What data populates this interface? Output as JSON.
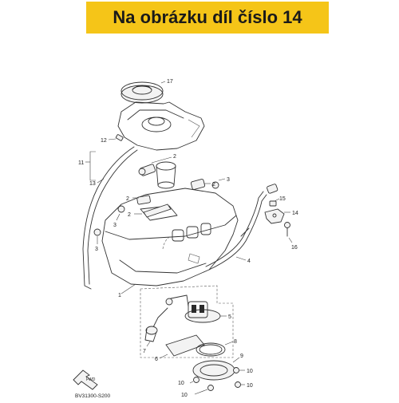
{
  "banner": {
    "text": "Na obrázku díl číslo 14",
    "color": "#f5c518"
  },
  "diagram": {
    "code": "BV31300-S200",
    "fwd_label": "FWD",
    "callouts": [
      "1",
      "2",
      "3",
      "4",
      "5",
      "6",
      "7",
      "8",
      "9",
      "10",
      "11",
      "12",
      "13",
      "14",
      "15",
      "16",
      "17"
    ]
  }
}
